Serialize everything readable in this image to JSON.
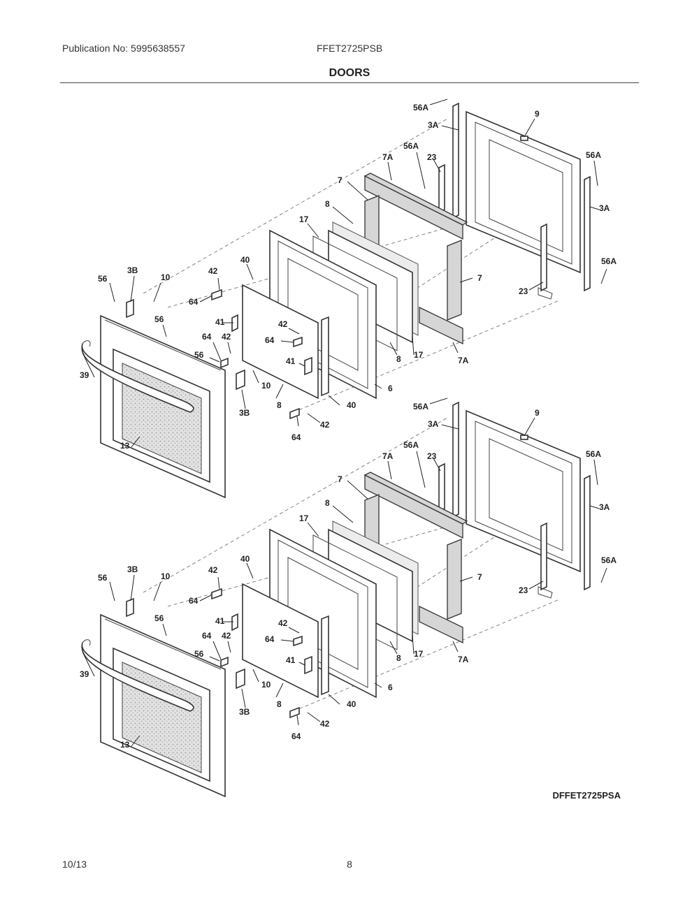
{
  "header": {
    "publication": "Publication No: 5995638557",
    "model": "FFET2725PSB",
    "section_title": "DOORS"
  },
  "diagram": {
    "code": "DFFET2725PSA",
    "callouts": [
      "56A",
      "9",
      "3A",
      "56A",
      "23",
      "7A",
      "7",
      "56A",
      "3A",
      "8",
      "17",
      "7",
      "56A",
      "23",
      "56",
      "3B",
      "10",
      "42",
      "40",
      "64",
      "56",
      "41",
      "42",
      "64",
      "42",
      "64",
      "56",
      "41",
      "10",
      "39",
      "8",
      "8",
      "17",
      "7A",
      "6",
      "3B",
      "40",
      "42",
      "64",
      "13"
    ]
  },
  "footer": {
    "date": "10/13",
    "page": "8"
  }
}
